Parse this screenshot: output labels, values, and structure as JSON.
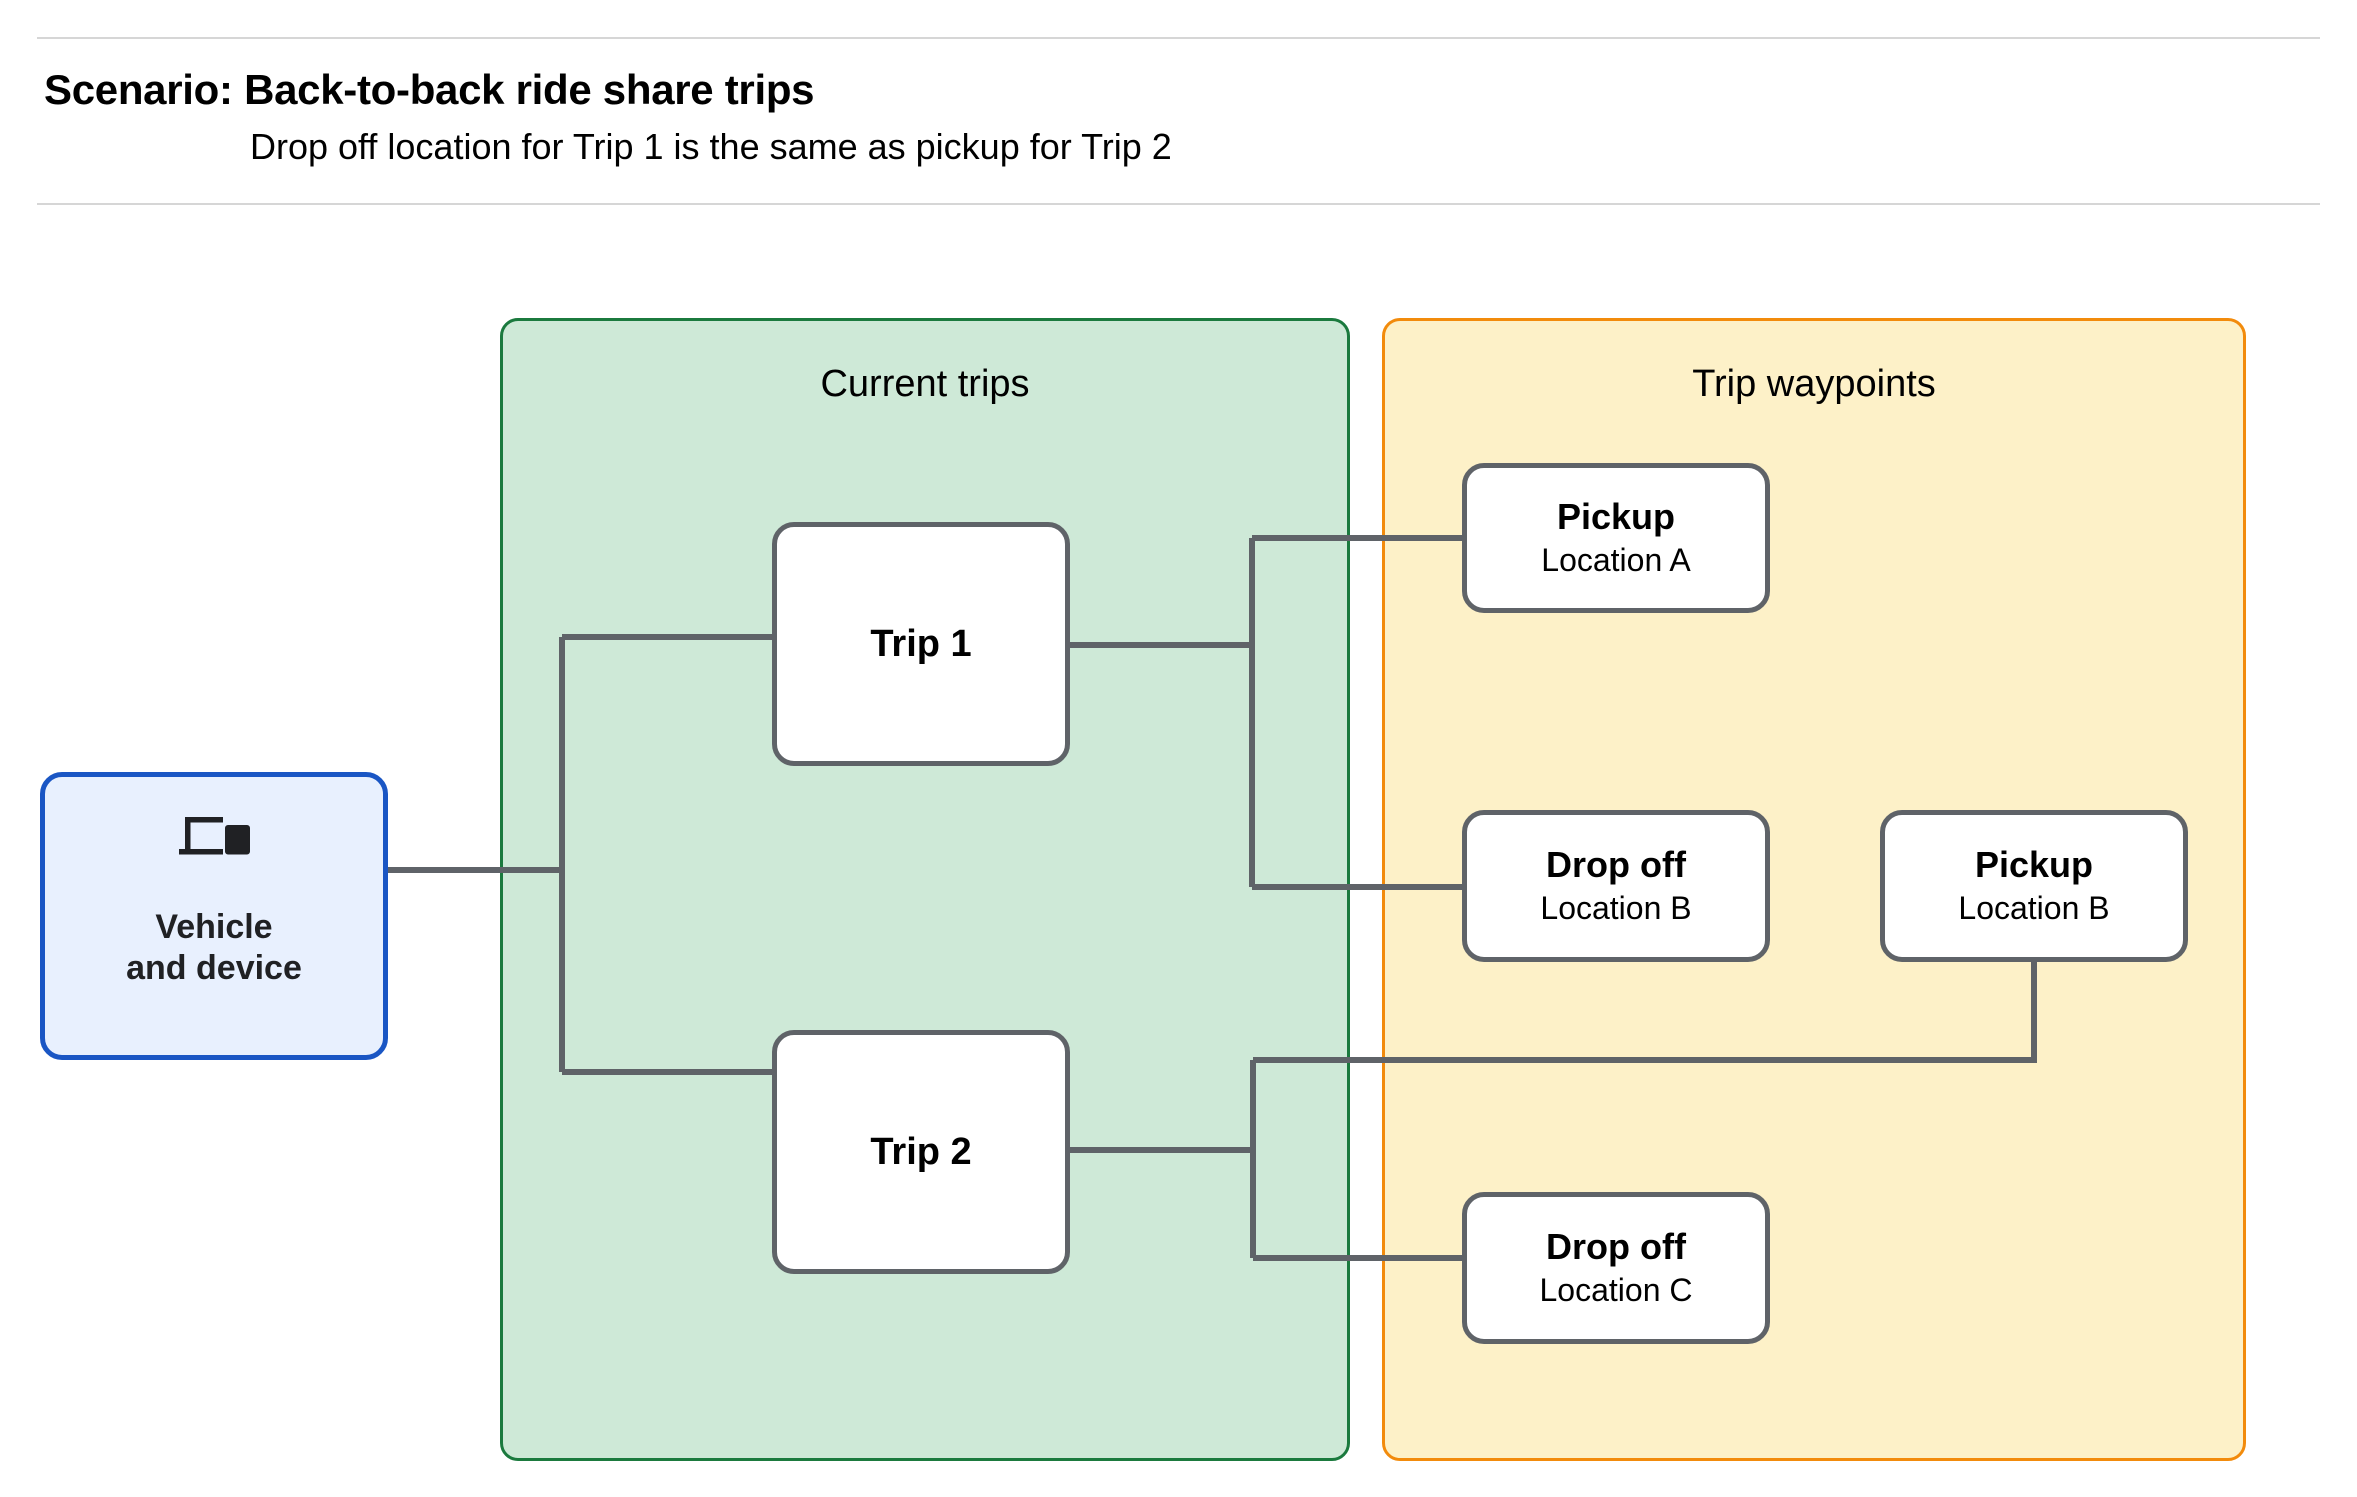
{
  "header": {
    "title": "Scenario: Back-to-back ride share trips",
    "subtitle": "Drop off  location for Trip 1 is the same as pickup for Trip 2"
  },
  "groups": {
    "current_trips": {
      "title": "Current trips",
      "fill": "#cee9d7",
      "border": "#1b7a3e"
    },
    "trip_waypoints": {
      "title": "Trip waypoints",
      "fill": "#fdf1c8",
      "border": "#f28b0c"
    }
  },
  "vehicle": {
    "icon": "devices-icon",
    "line1": "Vehicle",
    "line2": "and device",
    "fill": "#e8f0fe",
    "border": "#1a56c4"
  },
  "trips": [
    {
      "label": "Trip 1"
    },
    {
      "label": "Trip 2"
    }
  ],
  "waypoints": [
    {
      "type": "Pickup",
      "location": "Location A"
    },
    {
      "type": "Drop off",
      "location": "Location B"
    },
    {
      "type": "Pickup",
      "location": "Location B"
    },
    {
      "type": "Drop off",
      "location": "Location C"
    }
  ],
  "colors": {
    "connector": "#5f6368",
    "node_border": "#5f6368",
    "rule": "#d6d6d6",
    "text": "#000000"
  }
}
